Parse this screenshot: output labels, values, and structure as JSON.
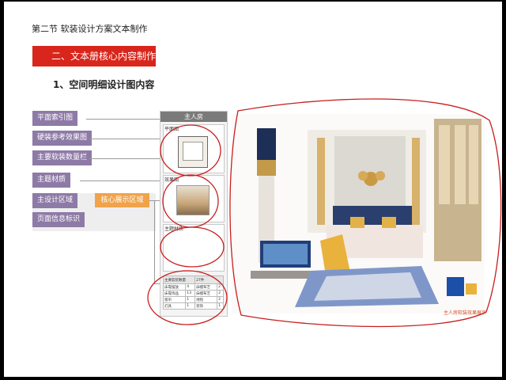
{
  "header": {
    "chapter_title": "第二节 软装设计方案文本制作"
  },
  "section": {
    "title": "二、文本册核心内容制作"
  },
  "subsection": {
    "title": "1、空间明细设计图内容"
  },
  "nav": {
    "items": [
      {
        "label": "平面索引图"
      },
      {
        "label": "硬装参考效果图"
      },
      {
        "label": "主要软装数量栏"
      },
      {
        "label": "主题材质"
      },
      {
        "label": "主设计区域"
      },
      {
        "label": "页面信息标识"
      }
    ],
    "core_label": "核心展示区域"
  },
  "panel": {
    "title": "主人房",
    "plan_label": "平面图",
    "render_label": "效果图",
    "material_label": "主题材质",
    "table": {
      "header_label": "主要软装数量",
      "header_value": "27件",
      "rows": [
        [
          "床靠摆放",
          "4",
          "床幔布艺",
          "2"
        ],
        [
          "床靠饰品",
          "13",
          "床幔布艺",
          "2"
        ],
        [
          "窗帘",
          "1",
          "地毯",
          "2"
        ],
        [
          "灯具",
          "1",
          "装饰",
          "1"
        ]
      ]
    }
  },
  "main_image": {
    "caption": "主人房软装效果展示"
  },
  "colors": {
    "nav_bg": "#8e7aa6",
    "red_bar": "#d8261c",
    "core_btn": "#f0a34a",
    "annotation": "#c81e1e"
  }
}
